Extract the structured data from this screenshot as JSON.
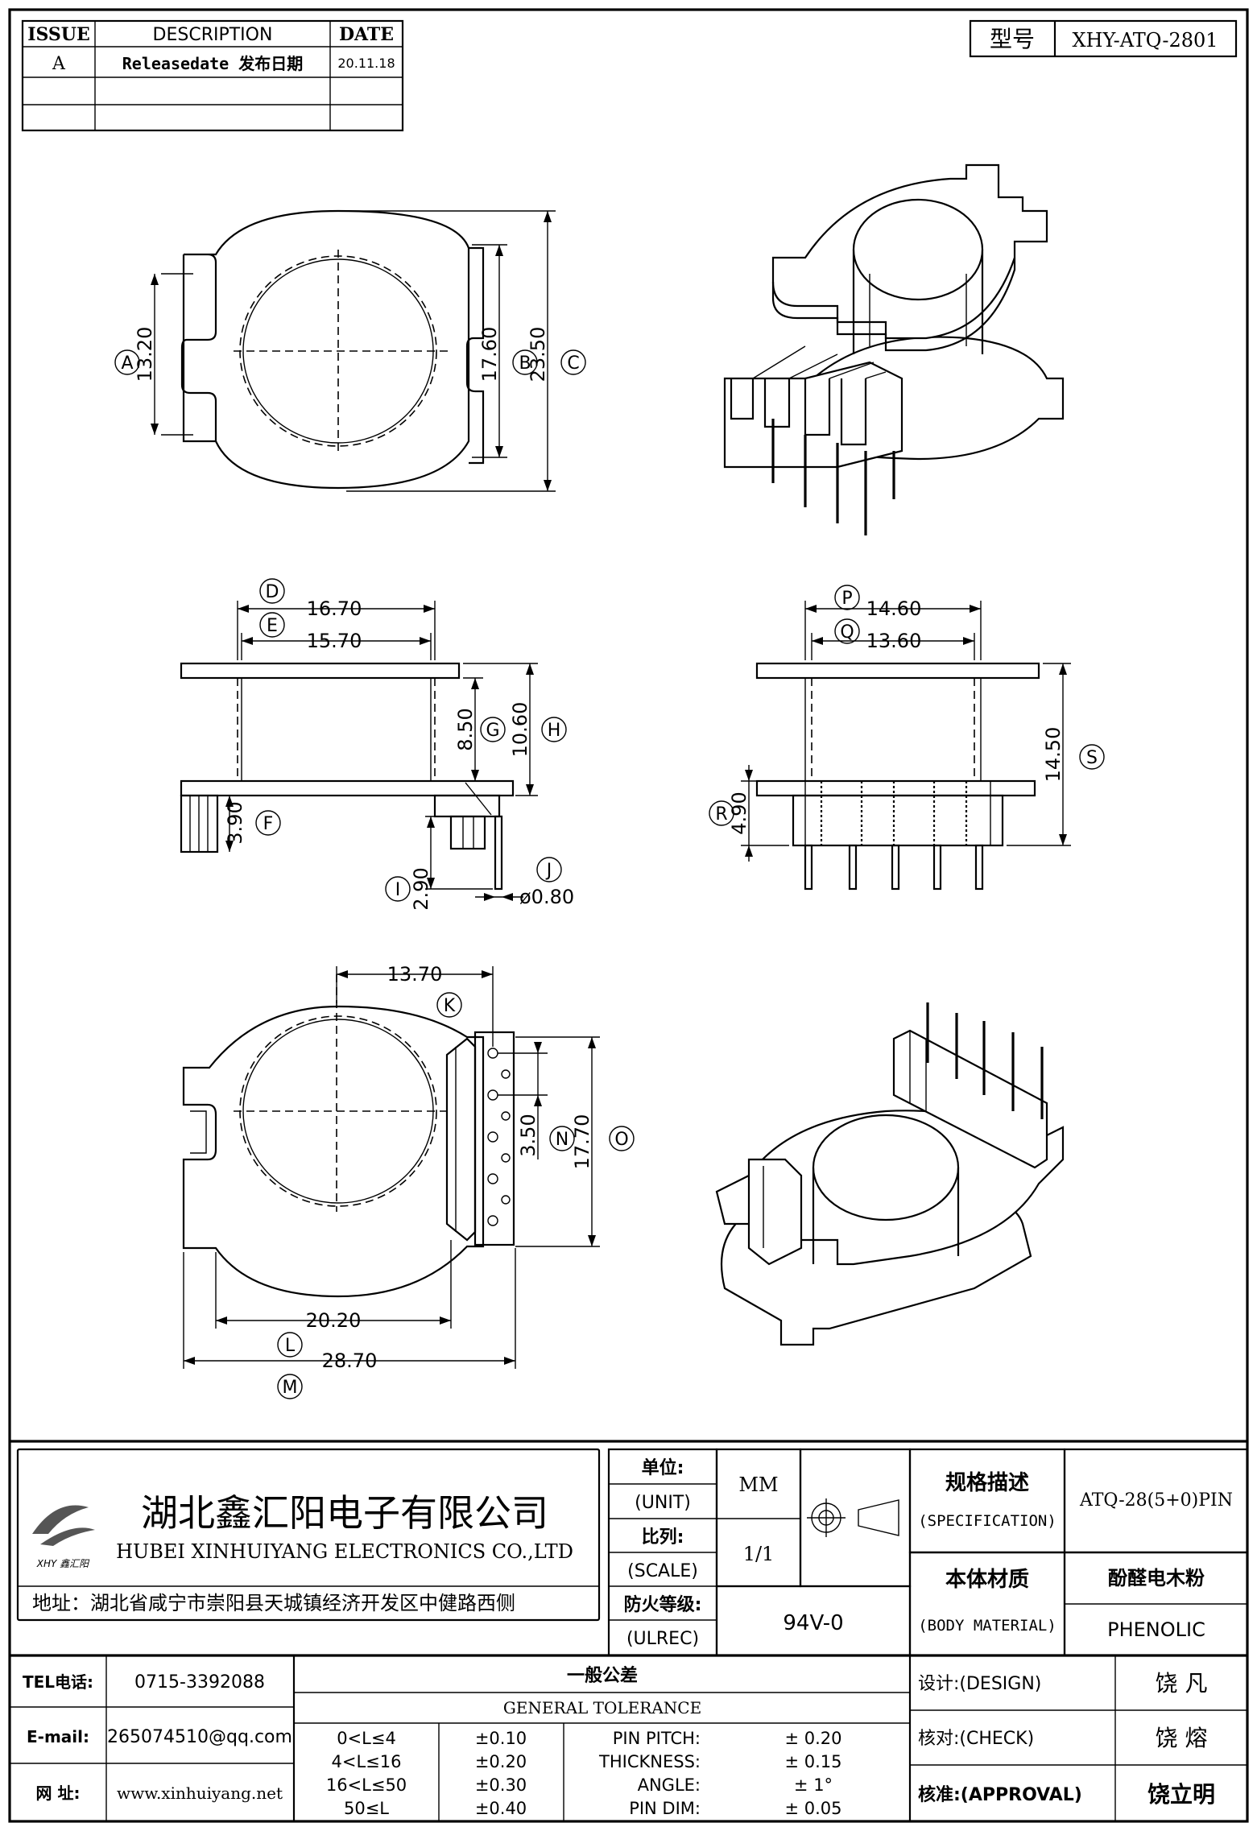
{
  "revision_table": {
    "headers": {
      "issue": "ISSUE",
      "description": "DESCRIPTION",
      "date": "DATE"
    },
    "rows": [
      {
        "issue": "A",
        "description": "Releasedate 发布日期",
        "date": "20.11.18"
      }
    ]
  },
  "model": {
    "label": "型号",
    "value": "XHY-ATQ-2801"
  },
  "dimensions": {
    "top": {
      "A": "13.20",
      "B": "17.60",
      "C": "23.50"
    },
    "side": {
      "D": "16.70",
      "E": "15.70",
      "F": "3.90",
      "G": "8.50",
      "H": "10.60",
      "I": "2.90",
      "J": "ø0.80"
    },
    "front": {
      "P": "14.60",
      "Q": "13.60",
      "R": "4.90",
      "S": "14.50"
    },
    "bottom": {
      "K": "13.70",
      "L": "20.20",
      "M": "28.70",
      "N": "3.50",
      "O": "17.70"
    }
  },
  "balloons": {
    "A": "A",
    "B": "B",
    "C": "C",
    "D": "D",
    "E": "E",
    "F": "F",
    "G": "G",
    "H": "H",
    "I": "I",
    "J": "J",
    "K": "K",
    "L": "L",
    "M": "M",
    "N": "N",
    "O": "O",
    "P": "P",
    "Q": "Q",
    "R": "R",
    "S": "S"
  },
  "company": {
    "name_cn": "湖北鑫汇阳电子有限公司",
    "name_en": "HUBEI XINHUIYANG ELECTRONICS CO.,LTD",
    "logo_text": "XHY 鑫汇阳",
    "address": "地址：湖北省咸宁市崇阳县天城镇经济开发区中健路西侧"
  },
  "title_block": {
    "unit_cn": "单位:",
    "unit_en": "(UNIT)",
    "unit_value": "MM",
    "scale_cn": "比列:",
    "scale_en": "(SCALE)",
    "scale_value": "1/1",
    "flame_cn": "防火等级:",
    "flame_en": "(ULREC)",
    "flame_value": "94V-0",
    "spec_cn": "规格描述",
    "spec_en": "(SPECIFICATION)",
    "spec_value": "ATQ-28(5+0)PIN",
    "material_cn": "本体材质",
    "material_en": "(BODY MATERIAL)",
    "material_cn_value": "酚醛电木粉",
    "material_value": "PHENOLIC"
  },
  "contact": {
    "tel_label": "TEL电话:",
    "tel_value": "0715-3392088",
    "email_label": "E-mail:",
    "email_value": "265074510@qq.com",
    "web_label": "网  址:",
    "web_value": "www.xinhuiyang.net"
  },
  "tolerance": {
    "title_cn": "一般公差",
    "title_en": "GENERAL TOLERANCE",
    "ranges": [
      {
        "range": "0<L≤4",
        "tol": "±0.10"
      },
      {
        "range": "4<L≤16",
        "tol": "±0.20"
      },
      {
        "range": "16<L≤50",
        "tol": "±0.30"
      },
      {
        "range": "50≤L",
        "tol": "±0.40"
      }
    ],
    "specials": [
      {
        "name": "PIN PITCH:",
        "tol": "± 0.20"
      },
      {
        "name": "THICKNESS:",
        "tol": "± 0.15"
      },
      {
        "name": "ANGLE:",
        "tol": "± 1°"
      },
      {
        "name": "PIN DIM:",
        "tol": "± 0.05"
      }
    ]
  },
  "approvals": {
    "design_label": "设计:(DESIGN)",
    "design_name": "饶  凡",
    "check_label": "核对:(CHECK)",
    "check_name": "饶  熔",
    "approval_label": "核准:(APPROVAL)",
    "approval_name": "饶立明"
  }
}
